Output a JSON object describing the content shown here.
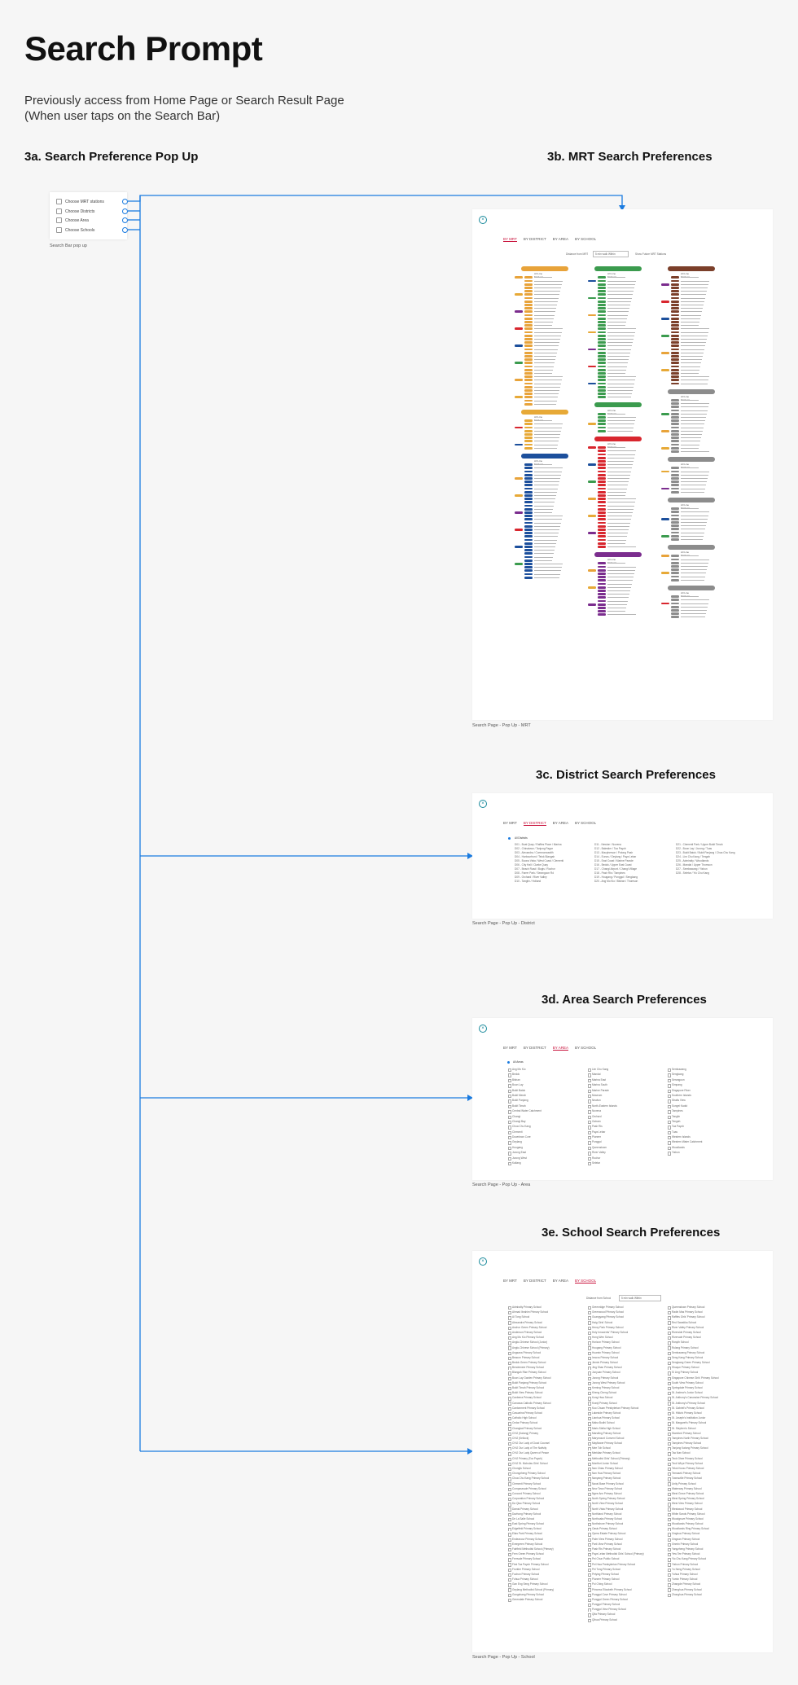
{
  "page": {
    "title": "Search Prompt",
    "subtitle_line1": "Previously access from Home Page or Search Result Page",
    "subtitle_line2": "(When user taps on the Search Bar)"
  },
  "sections": {
    "a": "3a. Search Preference Pop Up",
    "b": "3b. MRT Search Preferences",
    "c": "3c. District Search Preferences",
    "d": "3d. Area Search Preferences",
    "e": "3e. School Search Preferences"
  },
  "popup": {
    "items": [
      "Choose MRT stations",
      "Choose Districts",
      "Choose Area",
      "Choose Schools"
    ],
    "caption": "Search Bar pop up"
  },
  "tabs": [
    "BY MRT",
    "BY DISTRICT",
    "BY AREA",
    "BY SCHOOL"
  ],
  "captions": {
    "mrt": "Search Page - Pop Up - MRT",
    "district": "Search Page - Pop Up - District",
    "area": "Search Page - Pop Up - Area",
    "school": "Search Page - Pop Up - School"
  },
  "mrt": {
    "distance_label": "Distance from MRT",
    "distance_value": "5 min walk Within",
    "future_label": "Show Future MRT Stations",
    "all_label": "All Line Stations",
    "colors": {
      "ew": "#e8a33a",
      "ns": "#3b9b4e",
      "ne": "#7b3f2a",
      "cc": "#e7a937",
      "dt": "#1c4f9c",
      "te": "#8a5a2c",
      "red": "#d8262e",
      "purple": "#7b2d8e",
      "grey": "#8c8c8c"
    }
  },
  "district": {
    "all_label": "All Districts",
    "col1": [
      "D01 - Boat Quay / Raffles Place / Marina",
      "D02 - Chinatown / Tanjong Pagar",
      "D03 - Alexandra / Commonwealth",
      "D04 - Harbourfront / Telok Blangah",
      "D05 - Buona Vista / West Coast / Clementi",
      "D06 - City Hall / Clarke Quay",
      "D07 - Beach Road / Bugis / Rochor",
      "D08 - Farrer Park / Serangoon Rd",
      "D09 - Orchard / River Valley",
      "D10 - Tanglin / Holland"
    ],
    "col2": [
      "D11 - Newton / Novena",
      "D12 - Balestier / Toa Payoh",
      "D13 - Macpherson / Potong Pasir",
      "D14 - Eunos / Geylang / Paya Lebar",
      "D15 - East Coast / Marine Parade",
      "D16 - Bedok / Upper East Coast",
      "D17 - Changi Airport / Changi Village",
      "D18 - Pasir Ris / Tampines",
      "D19 - Hougang / Punggol / Sengkang",
      "D20 - Ang Mo Kio / Bishan / Thomson"
    ],
    "col3": [
      "D21 - Clementi Park / Upper Bukit Timah",
      "D22 - Boon Lay / Jurong / Tuas",
      "D23 - Bukit Batok / Bukit Panjang / Choa Chu Kang",
      "D24 - Lim Chu Kang / Tengah",
      "D25 - Admiralty / Woodlands",
      "D26 - Mandai / Upper Thomson",
      "D27 - Sembawang / Yishun",
      "D28 - Seletar / Yio Chu Kang"
    ]
  },
  "area": {
    "all_label": "All Areas",
    "col1": [
      "Ang Mo Kio",
      "Bedok",
      "Bishan",
      "Boon Lay",
      "Bukit Batok",
      "Bukit Merah",
      "Bukit Panjang",
      "Bukit Timah",
      "Central Water Catchment",
      "Changi",
      "Changi Bay",
      "Choa Chu Kang",
      "Clementi",
      "Downtown Core",
      "Geylang",
      "Hougang",
      "Jurong East",
      "Jurong West",
      "Kallang"
    ],
    "col2": [
      "Lim Chu Kang",
      "Mandai",
      "Marina East",
      "Marina South",
      "Marine Parade",
      "Museum",
      "Newton",
      "North-Eastern Islands",
      "Novena",
      "Orchard",
      "Outram",
      "Pasir Ris",
      "Paya Lebar",
      "Pioneer",
      "Punggol",
      "Queenstown",
      "River Valley",
      "Rochor",
      "Seletar"
    ],
    "col3": [
      "Sembawang",
      "Sengkang",
      "Serangoon",
      "Simpang",
      "Singapore River",
      "Southern Islands",
      "Straits View",
      "Sungei Kadut",
      "Tampines",
      "Tanglin",
      "Tengah",
      "Toa Payoh",
      "Tuas",
      "Western Islands",
      "Western Water Catchment",
      "Woodlands",
      "Yishun"
    ]
  },
  "school": {
    "distance_label": "Distance from School",
    "distance_value": "5 min walk Within",
    "col1": [
      "Admiralty Primary School",
      "Ahmad Ibrahim Primary School",
      "Ai Tong School",
      "Alexandra Primary School",
      "Anchor Green Primary School",
      "Anderson Primary School",
      "Ang Mo Kio Primary School",
      "Anglo-Chinese School (Junior)",
      "Anglo-Chinese School (Primary)",
      "Angsana Primary School",
      "Beacon Primary School",
      "Bedok Green Primary School",
      "Bendemeer Primary School",
      "Blangah Rise Primary School",
      "Boon Lay Garden Primary School",
      "Bukit Panjang Primary School",
      "Bukit Timah Primary School",
      "Bukit View Primary School",
      "Canberra Primary School",
      "Canossa Catholic Primary School",
      "Cantonment Primary School",
      "Casuarina Primary School",
      "Catholic High School",
      "Cedar Primary School",
      "Changkat Primary School",
      "CHIJ (Katong) Primary",
      "CHIJ (Kellock)",
      "CHIJ Our Lady of Good Counsel",
      "CHIJ Our Lady of The Nativity",
      "CHIJ Our Lady Queen of Peace",
      "CHIJ Primary (Toa Payoh)",
      "CHIJ St. Nicholas Girls' School",
      "Chongfu School",
      "Chongzheng Primary School",
      "Chua Chu Kang Primary School",
      "Clementi Primary School",
      "Compassvale Primary School",
      "Concord Primary School",
      "Corporation Primary School",
      "Da Qiao Primary School",
      "Damai Primary School",
      "Dazhong Primary School",
      "De La Salle School",
      "East Spring Primary School",
      "Edgefield Primary School",
      "Elias Park Primary School",
      "Endeavour Primary School",
      "Evergreen Primary School",
      "Fairfield Methodist School (Primary)",
      "Fern Green Primary School",
      "Fernvale Primary School",
      "First Toa Payoh Primary School",
      "Frontier Primary School",
      "Fuchun Primary School",
      "Fuhua Primary School",
      "Gan Eng Seng Primary School",
      "Geylang Methodist School (Primary)",
      "Gongshang Primary School",
      "Greendale Primary School"
    ],
    "col2": [
      "Greenridge Primary School",
      "Greenwood Primary School",
      "Guangyang Primary School",
      "Haig Girls' School",
      "Henry Park Primary School",
      "Holy Innocents' Primary School",
      "Hong Wen School",
      "Horizon Primary School",
      "Hougang Primary School",
      "Huamin Primary School",
      "Innova Primary School",
      "Jiemin Primary School",
      "Jing Shan Primary School",
      "Junyuan Primary School",
      "Jurong Primary School",
      "Jurong West Primary School",
      "Keming Primary School",
      "Kheng Cheng School",
      "Kong Hwa School",
      "Kranji Primary School",
      "Kuo Chuan Presbyterian Primary School",
      "Lakeside Primary School",
      "Lianhua Primary School",
      "Maha Bodhi School",
      "Maris Stella High School",
      "Marsiling Primary School",
      "Marymount Convent School",
      "Mayflower Primary School",
      "Mee Toh School",
      "Meridian Primary School",
      "Methodist Girls' School (Primary)",
      "Montfort Junior School",
      "Nan Chiau Primary School",
      "Nan Hua Primary School",
      "Nanyang Primary School",
      "Naval Base Primary School",
      "New Town Primary School",
      "Ngee Ann Primary School",
      "North Spring Primary School",
      "North View Primary School",
      "North Vista Primary School",
      "Northland Primary School",
      "Northoaks Primary School",
      "Northshore Primary School",
      "Oasis Primary School",
      "Opera Estate Primary School",
      "Palm View Primary School",
      "Park View Primary School",
      "Pasir Ris Primary School",
      "Paya Lebar Methodist Girls' School (Primary)",
      "Pei Chun Public School",
      "Pei Hwa Presbyterian Primary School",
      "Pei Tong Primary School",
      "Peiying Primary School",
      "Pioneer Primary School",
      "Poi Ching School",
      "Princess Elizabeth Primary School",
      "Punggol Cove Primary School",
      "Punggol Green Primary School",
      "Punggol Primary School",
      "Punggol View Primary School",
      "Qifa Primary School",
      "Qihua Primary School"
    ],
    "col3": [
      "Queenstown Primary School",
      "Radin Mas Primary School",
      "Raffles Girls' Primary School",
      "Red Swastika School",
      "River Valley Primary School",
      "Riverside Primary School",
      "Rivervale Primary School",
      "Rosyth School",
      "Rulang Primary School",
      "Sembawang Primary School",
      "Seng Kang Primary School",
      "Sengkang Green Primary School",
      "Shuqun Primary School",
      "Si Ling Primary School",
      "Singapore Chinese Girls' Primary School",
      "South View Primary School",
      "Springdale Primary School",
      "St. Andrew's Junior School",
      "St. Anthony's Canossian Primary School",
      "St. Anthony's Primary School",
      "St. Gabriel's Primary School",
      "St. Hilda's Primary School",
      "St. Joseph's Institution Junior",
      "St. Margaret's Primary School",
      "St. Stephen's School",
      "Stamford Primary School",
      "Tampines North Primary School",
      "Tampines Primary School",
      "Tanjong Katong Primary School",
      "Tao Nan School",
      "Teck Ghee Primary School",
      "Teck Whye Primary School",
      "Telok Kurau Primary School",
      "Temasek Primary School",
      "Townsville Primary School",
      "Unity Primary School",
      "Waterway Primary School",
      "West Grove Primary School",
      "West Spring Primary School",
      "West View Primary School",
      "Westwood Primary School",
      "White Sands Primary School",
      "Woodgrove Primary School",
      "Woodlands Primary School",
      "Woodlands Ring Primary School",
      "Xinghua Primary School",
      "Xingnan Primary School",
      "Xinmin Primary School",
      "Yangzheng Primary School",
      "Yew Tee Primary School",
      "Yio Chu Kang Primary School",
      "Yishun Primary School",
      "Yu Neng Primary School",
      "Yuhua Primary School",
      "Yumin Primary School",
      "Zhangde Primary School",
      "Zhenghua Primary School",
      "Zhonghua Primary School"
    ]
  }
}
